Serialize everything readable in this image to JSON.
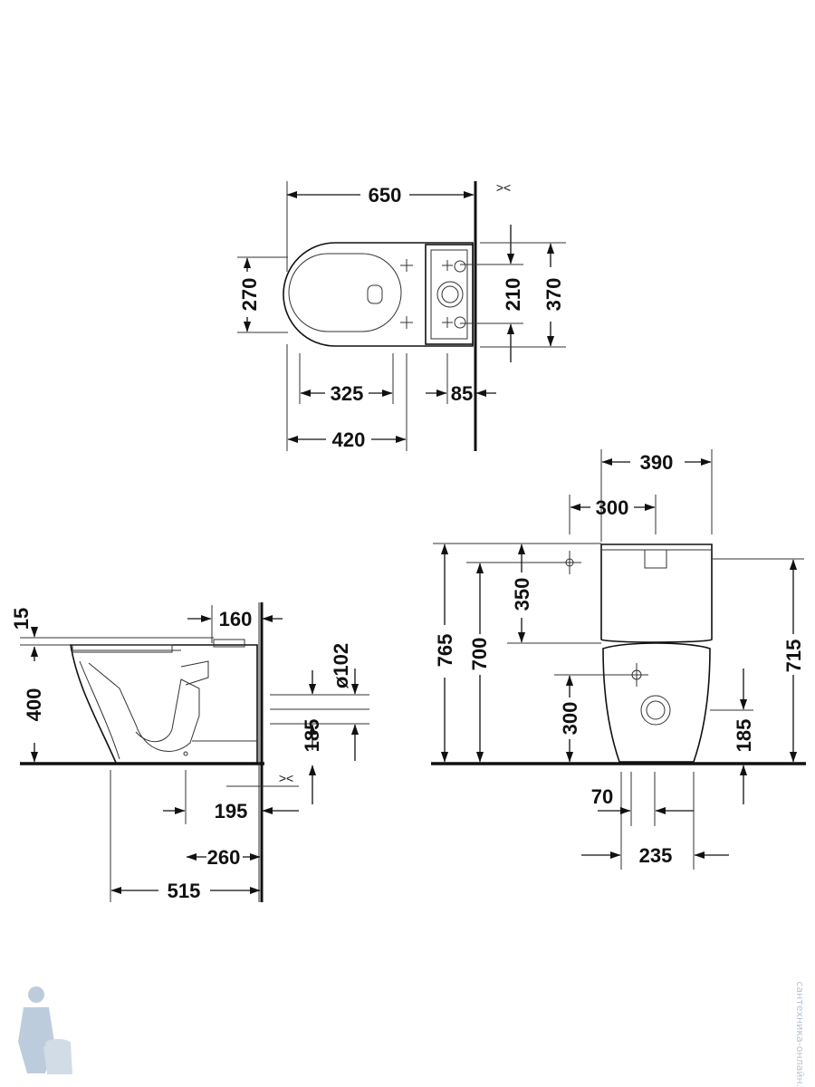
{
  "top_view": {
    "width_650": "650",
    "depth_270": "270",
    "spacing_210": "210",
    "tank_370": "370",
    "fix_325": "325",
    "offset_85": "85",
    "fix_420": "420",
    "wall_gap_mark": "><"
  },
  "side_view": {
    "seat_15": "15",
    "height_400": "400",
    "offset_160": "160",
    "outlet_dia": "ø102",
    "outlet_185": "185",
    "dist_195": "195",
    "dist_260": "260",
    "depth_515": "515",
    "wall_gap_mark": "><"
  },
  "front_view": {
    "width_390": "390",
    "axis_300": "300",
    "tank_350": "350",
    "total_765": "765",
    "height_700": "700",
    "height_715": "715",
    "inlet_300": "300",
    "outlet_185": "185",
    "foot_70": "70",
    "foot_235": "235"
  },
  "watermark": {
    "text": "сантехника-онлайн.рф",
    "icon": "plumber-mascot-icon"
  }
}
